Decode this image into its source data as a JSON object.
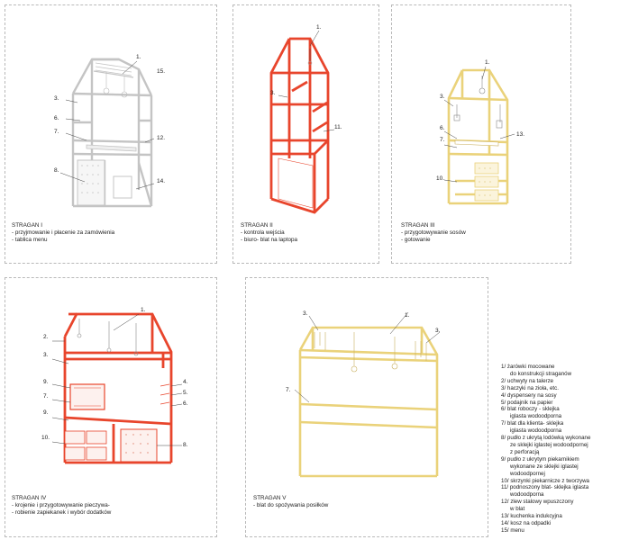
{
  "colors": {
    "grey": "#c4c4c4",
    "red": "#e8452c",
    "yellow": "#ead27a",
    "ink": "#222222"
  },
  "panels": [
    {
      "title": "STRAGAN I",
      "lines": [
        "- przyjmowanie i płacenie za zamówienia",
        "- tablica menu"
      ],
      "labels": [
        "1.",
        "15.",
        "3.",
        "6.",
        "7.",
        "12.",
        "8.",
        "14."
      ]
    },
    {
      "title": "STRAGAN II",
      "lines": [
        "- kontrola wejścia",
        "- biuro- blat na laptopa"
      ],
      "labels": [
        "1.",
        "3.",
        "11."
      ]
    },
    {
      "title": "STRAGAN III",
      "lines": [
        "- przygotowywanie sosów",
        "- gotowanie"
      ],
      "labels": [
        "1.",
        "3.",
        "6.",
        "7.",
        "13.",
        "10."
      ]
    },
    {
      "title": "STRAGAN IV",
      "lines": [
        "- krojenie i przygotowywanie pieczywa-",
        "- robienie zapiekanek i wybór dodatków"
      ],
      "labels": [
        "1.",
        "2.",
        "3.",
        "4.",
        "5.",
        "6.",
        "9.",
        "7.",
        "9.",
        "10.",
        "8."
      ]
    },
    {
      "title": "STRAGAN V",
      "lines": [
        "- blat do spożywania posiłków"
      ],
      "labels": [
        "3.",
        "1.",
        "3.",
        "7."
      ]
    }
  ],
  "legend": [
    [
      "1/ żarówki mocowane",
      "do konstrukcji straganów"
    ],
    [
      "2/ uchwyty na talerze"
    ],
    [
      "3/ haczyki na zioła, etc."
    ],
    [
      "4/ dyspensery na sosy"
    ],
    [
      "5/ podajnik na papier"
    ],
    [
      "6/ blat roboczy - sklejka",
      "iglasta wodoodporna"
    ],
    [
      "7/ blat dla klienta- sklejka",
      "iglasta wodoodporna"
    ],
    [
      "8/ pudło z ukrytą lodówką  wykonane",
      "ze sklejki iglastej wodoodpornej",
      "z perforacją"
    ],
    [
      "9/ pudło z ukrytym piekarnikiem",
      "wykonane ze sklejki iglastej",
      "wodoodpornej"
    ],
    [
      "10/ skrzynki piekarnicze z tworzywa"
    ],
    [
      "11/ podnoszony blat- sklejka iglasta",
      "wodoodporna"
    ],
    [
      "12/ zlew stalowy wpuszczony",
      "w blat"
    ],
    [
      "13/ kuchenka indukcyjna"
    ],
    [
      "14/ kosz na odpadki"
    ],
    [
      "15/ menu"
    ]
  ]
}
